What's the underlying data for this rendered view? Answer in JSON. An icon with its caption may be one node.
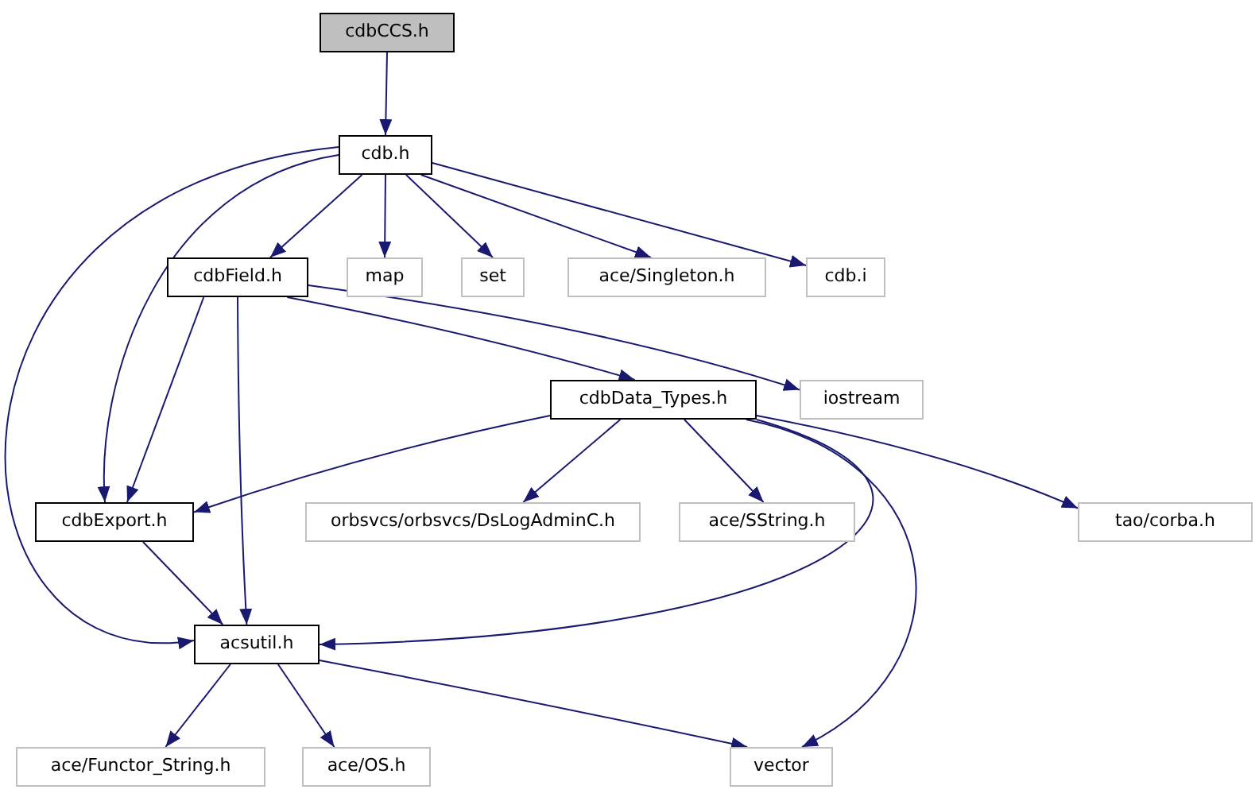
{
  "diagram": {
    "nodes": [
      {
        "text": [
          "cdbCCS.h"
        ]
      },
      {
        "text": [
          "cdb.h"
        ]
      },
      {
        "text": [
          "cdbField.h"
        ]
      },
      {
        "text": [
          "map"
        ]
      },
      {
        "text": [
          "set"
        ]
      },
      {
        "text": [
          "ace/Singleton.h"
        ]
      },
      {
        "text": [
          "cdb.i"
        ]
      },
      {
        "text": [
          "cdbData_Types.h"
        ]
      },
      {
        "text": [
          "iostream"
        ]
      },
      {
        "text": [
          "cdbExport.h"
        ]
      },
      {
        "text": [
          "orbsvcs/orbsvcs/DsLogAdminC.h"
        ]
      },
      {
        "text": [
          "ace/SString.h"
        ]
      },
      {
        "text": [
          "tao/corba.h"
        ]
      },
      {
        "text": [
          "acsutil.h"
        ]
      },
      {
        "text": [
          "ace/Functor_String.h"
        ]
      },
      {
        "text": [
          "ace/OS.h"
        ]
      },
      {
        "text": [
          "vector"
        ]
      }
    ],
    "edges": [
      {
        "from": 0,
        "to": 1,
        "arrow": "to"
      },
      {
        "from": 1,
        "to": 2,
        "arrow": "to"
      },
      {
        "from": 1,
        "to": 3,
        "arrow": "to"
      },
      {
        "from": 1,
        "to": 4,
        "arrow": "to"
      },
      {
        "from": 1,
        "to": 5,
        "arrow": "to"
      },
      {
        "from": 1,
        "to": 6,
        "arrow": "to"
      },
      {
        "from": 1,
        "to": 9,
        "arrow": "to"
      },
      {
        "from": 1,
        "to": 13,
        "arrow": "to"
      },
      {
        "from": 2,
        "to": 9,
        "arrow": "to"
      },
      {
        "from": 2,
        "to": 13,
        "arrow": "to"
      },
      {
        "from": 2,
        "to": 7,
        "arrow": "to"
      },
      {
        "from": 2,
        "to": 8,
        "arrow": "to"
      },
      {
        "from": 7,
        "to": 9,
        "arrow": "to"
      },
      {
        "from": 7,
        "to": 10,
        "arrow": "to"
      },
      {
        "from": 7,
        "to": 11,
        "arrow": "to"
      },
      {
        "from": 7,
        "to": 12,
        "arrow": "to"
      },
      {
        "from": 7,
        "to": 13,
        "arrow": "to"
      },
      {
        "from": 7,
        "to": 16,
        "arrow": "to"
      },
      {
        "from": 9,
        "to": 13,
        "arrow": "to"
      },
      {
        "from": 13,
        "to": 14,
        "arrow": "to"
      },
      {
        "from": 13,
        "to": 15,
        "arrow": "to"
      },
      {
        "from": 13,
        "to": 16,
        "arrow": "to"
      }
    ]
  }
}
